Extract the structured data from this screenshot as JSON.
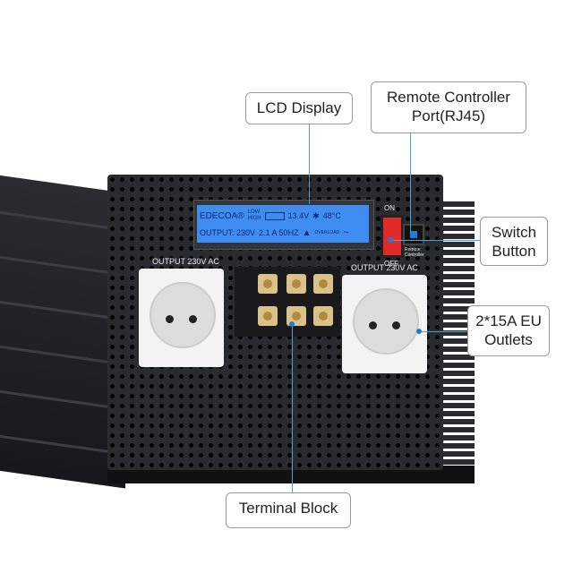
{
  "callouts": {
    "lcd_display": "LCD Display",
    "remote_port_line1": "Remote Controller",
    "remote_port_line2": "Port(RJ45)",
    "switch_line1": "Switch",
    "switch_line2": "Button",
    "outlets_line1": "2*15A EU",
    "outlets_line2": "Outlets",
    "terminal_block": "Terminal Block"
  },
  "device": {
    "lcd": {
      "brand": "EDECOA®",
      "low": "LOW",
      "high": "HIGH",
      "battery_voltage": "13.4V",
      "temperature": "48°C",
      "output": "OUTPUT: 230V",
      "current_freq": "2.1 A 50HZ",
      "overload": "OVERLOAD",
      "wave": "~"
    },
    "switch_on": "ON",
    "switch_off": "OFF",
    "remote_label": "Remote Controller",
    "outlet_label_left": "OUTPUT 230V AC",
    "outlet_label_right": "OUTPUT 230V AC"
  },
  "colors": {
    "lcd": "#3f8df0",
    "callout_line": "#4a9fd6",
    "switch": "#e02b2b"
  }
}
